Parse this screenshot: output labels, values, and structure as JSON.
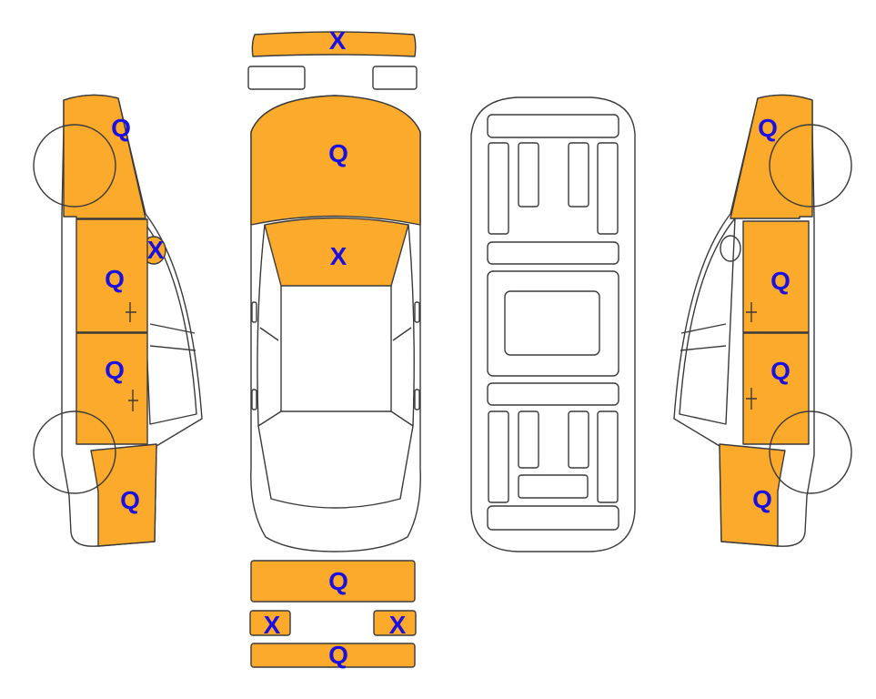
{
  "legend": {
    "colors": {
      "damaged": "#FCAA2C",
      "undamaged": "#FFFFFF",
      "outline": "#3A3A3A",
      "mark": "#1A10E0"
    }
  },
  "panels": {
    "front_bumper": {
      "mark": "X",
      "damaged": true
    },
    "headlight_left": {
      "damaged": false
    },
    "headlight_right": {
      "damaged": false
    },
    "hood": {
      "mark": "Q",
      "damaged": true
    },
    "windshield": {
      "mark": "X",
      "damaged": true
    },
    "trunk_lid": {
      "mark": "Q",
      "damaged": true
    },
    "taillight_left": {
      "mark": "X",
      "damaged": true
    },
    "taillight_right": {
      "mark": "X",
      "damaged": true
    },
    "rear_bumper": {
      "mark": "Q",
      "damaged": true
    },
    "left_front_fender": {
      "mark": "Q",
      "damaged": true
    },
    "left_mirror": {
      "mark": "X",
      "damaged": true
    },
    "left_front_door": {
      "mark": "Q",
      "damaged": true
    },
    "left_rear_door": {
      "mark": "Q",
      "damaged": true
    },
    "left_rear_quarter": {
      "mark": "Q",
      "damaged": true
    },
    "right_front_fender": {
      "mark": "Q",
      "damaged": true
    },
    "right_front_door": {
      "mark": "Q",
      "damaged": true
    },
    "right_rear_door": {
      "mark": "Q",
      "damaged": true
    },
    "right_rear_quarter": {
      "mark": "Q",
      "damaged": true
    }
  }
}
